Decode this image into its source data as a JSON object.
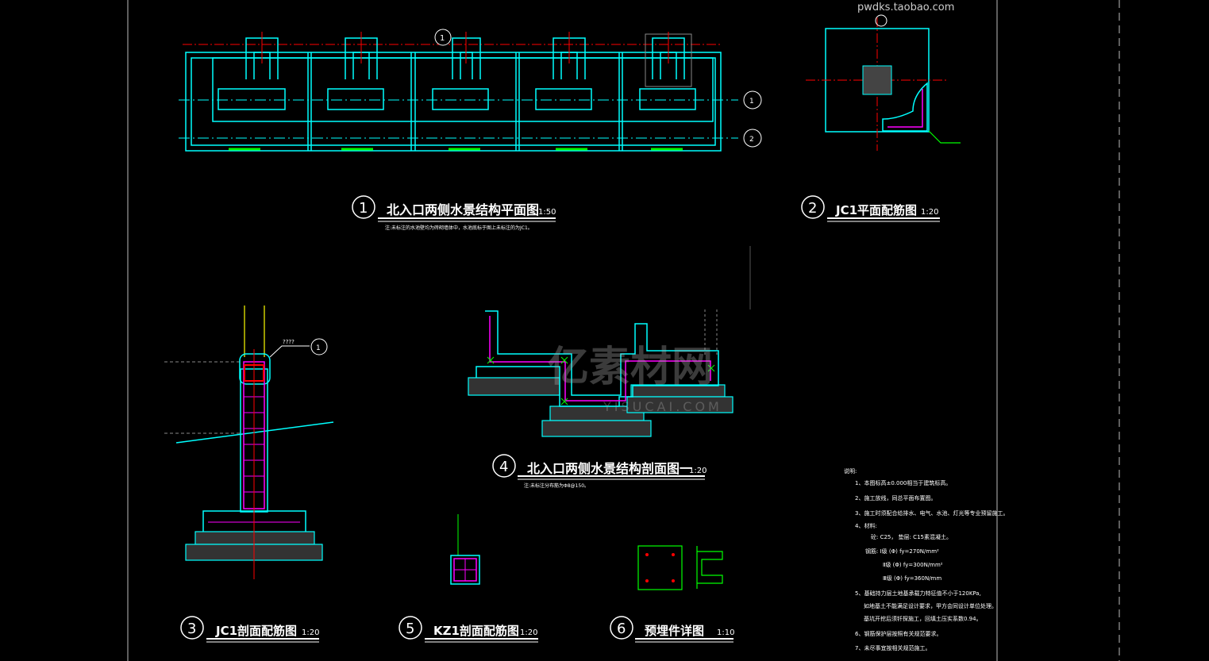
{
  "watermark_top": "pwdks.taobao.com",
  "watermark_center": "亿素材网",
  "watermark_center_sub": "YISUCAI.COM",
  "colors": {
    "background": "#000000",
    "structure": "#00ffff",
    "rebar": "#ff00ff",
    "axis": "#ff0000",
    "embed": "#00ff00"
  },
  "views": [
    {
      "num": "1",
      "title": "北入口两侧水景结构平面图",
      "scale": "1:50",
      "note": "注:未标注的水池壁均为砖砌墙体中，水池底标于图上未标注的为JC1。"
    },
    {
      "num": "2",
      "title": "JC1平面配筋图",
      "scale": "1:20"
    },
    {
      "num": "3",
      "title": "JC1剖面配筋图",
      "scale": "1:20"
    },
    {
      "num": "4",
      "title": "北入口两侧水景结构剖面图一",
      "scale": "1:20",
      "note": "注:未标注分布筋为Φ8@150。"
    },
    {
      "num": "5",
      "title": "KZ1剖面配筋图",
      "scale": "1:20"
    },
    {
      "num": "6",
      "title": "预埋件详图",
      "scale": "1:10"
    }
  ],
  "callouts": {
    "section_a": "1",
    "section_b": "2",
    "axis": "1",
    "detail": "????",
    "detail_num": "1"
  },
  "notes": {
    "heading": "说明:",
    "items": [
      "1、本图标高±0.000相当于建筑标高。",
      "2、施工放线，同总平面布置图。",
      "3、施工时须配合给排水、电气、水池、灯光等专业预留施工。",
      "4、材料:",
      "砼: C25，  垫层: C15素混凝土。",
      "钢筋: Ⅰ级  (Φ) fy=270N/mm²",
      "Ⅱ级  (Φ) fy=300N/mm²",
      "Ⅲ级  (Φ) fy=360N/mm",
      "5、基础持力层土地基承载力特征值不小于120KPa,",
      "如地基土不能满足设计要求，甲方会同设计单位处理。",
      "基坑开挖后须钎探施工，回填土压实系数0.94。",
      "6、钢筋保护层按照有关规范要求。",
      "7、未尽事宜按相关规范施工。"
    ]
  }
}
